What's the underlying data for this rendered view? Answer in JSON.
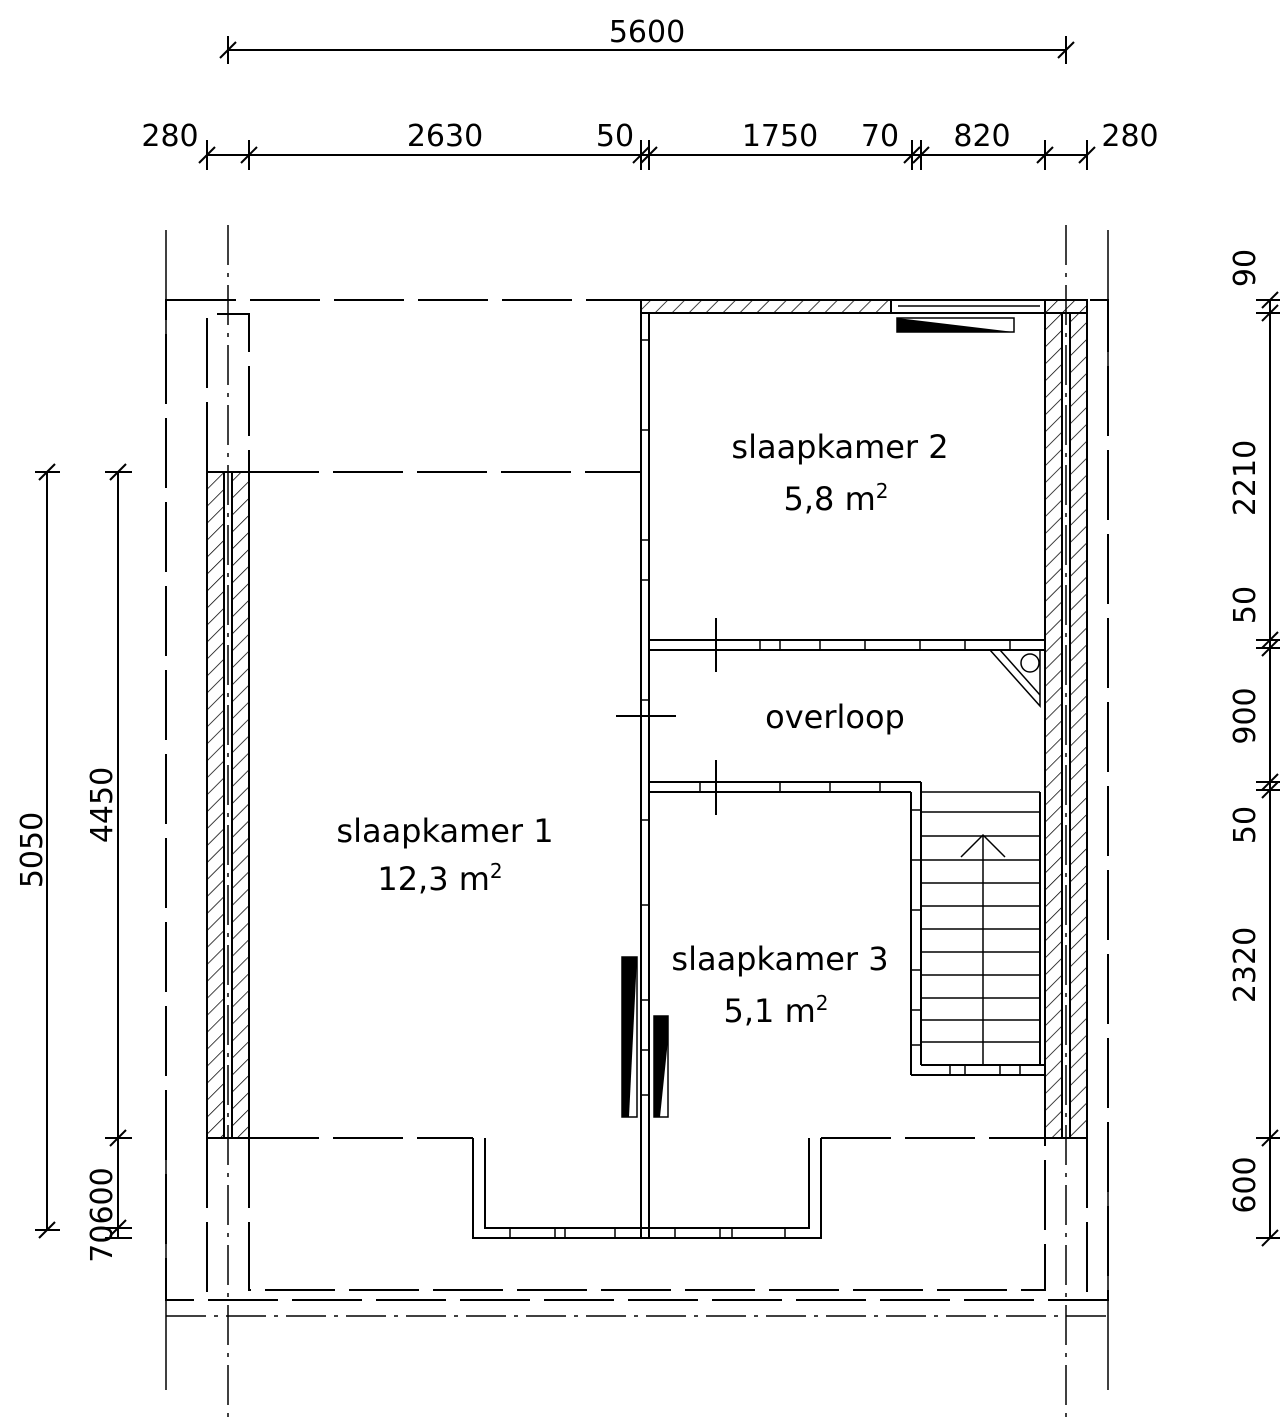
{
  "dimensions": {
    "top_total": "5600",
    "top_segments": [
      "280",
      "2630",
      "50",
      "1750",
      "70",
      "820",
      "280"
    ],
    "right_segments": [
      "90",
      "2210",
      "50",
      "900",
      "50",
      "2320",
      "600"
    ],
    "left_outer": "5050",
    "left_inner": "4450",
    "left_bottom": "70600"
  },
  "rooms": {
    "slaapkamer1": {
      "name": "slaapkamer 1",
      "area": "12,3 m",
      "sup": "2"
    },
    "slaapkamer2": {
      "name": "slaapkamer 2",
      "area": "5,8 m",
      "sup": "2"
    },
    "slaapkamer3": {
      "name": "slaapkamer 3",
      "area": "5,1 m",
      "sup": "2"
    },
    "overloop": {
      "name": "overloop"
    }
  }
}
